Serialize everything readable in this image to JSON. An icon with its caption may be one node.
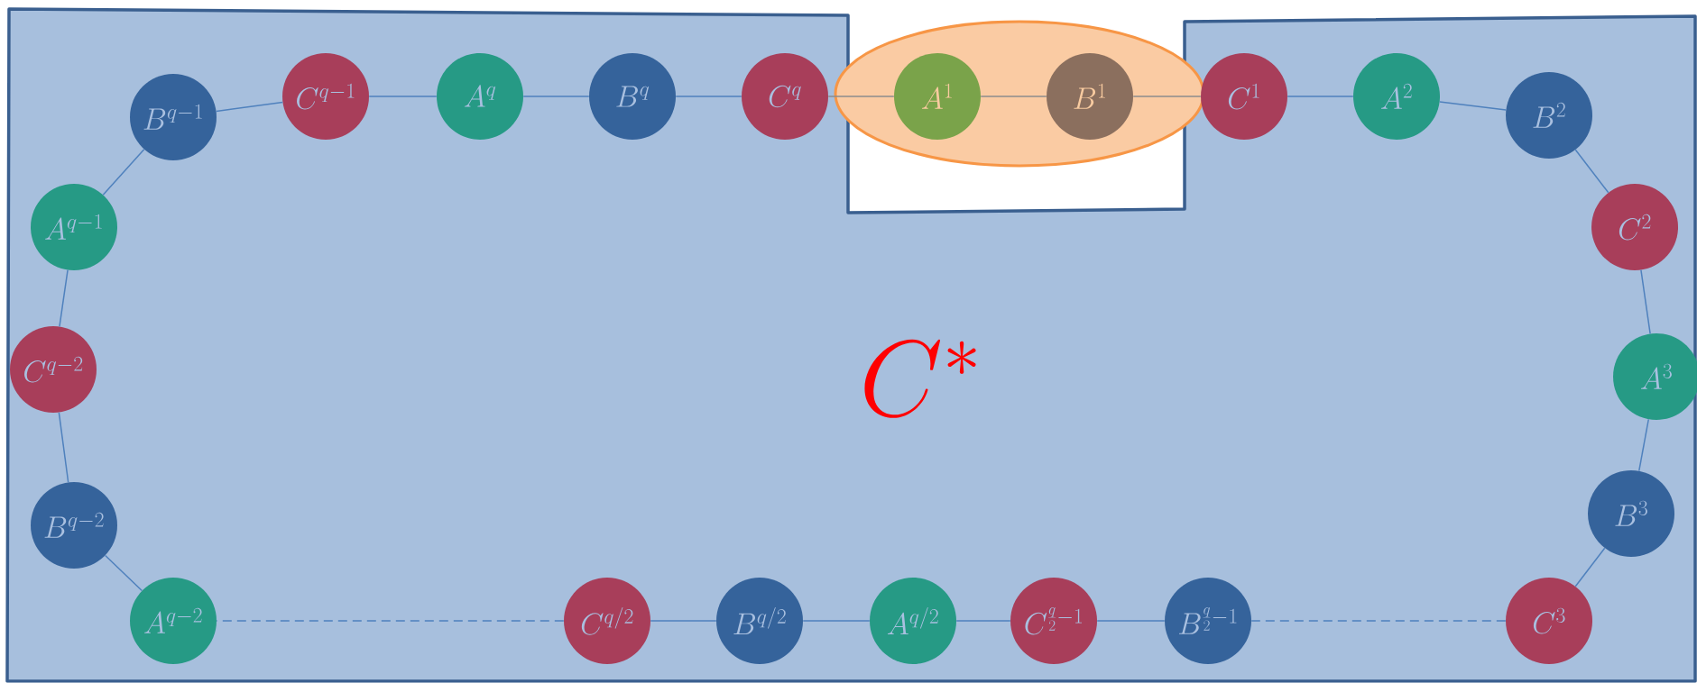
{
  "diagram": {
    "nodes": [
      {
        "text": [
          "C^*"
        ]
      },
      {
        "text": [],
        "shape": "ellipse"
      },
      {
        "text": [
          "A^1"
        ],
        "in": 1
      },
      {
        "text": [
          "B^1"
        ],
        "in": 1
      },
      {
        "text": [
          "C^1"
        ],
        "in": 0
      },
      {
        "text": [
          "A^2"
        ],
        "in": 0
      },
      {
        "text": [
          "B^2"
        ],
        "in": 0
      },
      {
        "text": [
          "C^2"
        ],
        "in": 0
      },
      {
        "text": [
          "A^3"
        ],
        "in": 0
      },
      {
        "text": [
          "B^3"
        ],
        "in": 0
      },
      {
        "text": [
          "C^3"
        ],
        "in": 0
      },
      {
        "text": [
          "B^{\\frac{q}{2}-1}"
        ],
        "in": 0
      },
      {
        "text": [
          "C^{\\frac{q}{2}-1}"
        ],
        "in": 0
      },
      {
        "text": [
          "A^{q/2}"
        ],
        "in": 0
      },
      {
        "text": [
          "B^{q/2}"
        ],
        "in": 0
      },
      {
        "text": [
          "C^{q/2}"
        ],
        "in": 0
      },
      {
        "text": [
          "A^{q-2}"
        ],
        "in": 0
      },
      {
        "text": [
          "B^{q-2}"
        ],
        "in": 0
      },
      {
        "text": [
          "C^{q-2}"
        ],
        "in": 0
      },
      {
        "text": [
          "A^{q-1}"
        ],
        "in": 0
      },
      {
        "text": [
          "B^{q-1}"
        ],
        "in": 0
      },
      {
        "text": [
          "C^{q-1}"
        ],
        "in": 0
      },
      {
        "text": [
          "A^q"
        ],
        "in": 0
      },
      {
        "text": [
          "B^q"
        ],
        "in": 0
      },
      {
        "text": [
          "C^q"
        ],
        "in": 0
      }
    ],
    "edges": [
      {
        "from": 24,
        "to": 2,
        "arrow": "none",
        "color": "#8c8c8c"
      },
      {
        "from": 2,
        "to": 3,
        "arrow": "none",
        "color": "#8c8c8c"
      },
      {
        "from": 3,
        "to": 4,
        "arrow": "none",
        "color": "#8c8c8c"
      },
      {
        "from": 4,
        "to": 5,
        "arrow": "none"
      },
      {
        "from": 5,
        "to": 6,
        "arrow": "none"
      },
      {
        "from": 6,
        "to": 7,
        "arrow": "none"
      },
      {
        "from": 7,
        "to": 8,
        "arrow": "none"
      },
      {
        "from": 8,
        "to": 9,
        "arrow": "none"
      },
      {
        "from": 9,
        "to": 10,
        "arrow": "none"
      },
      {
        "from": 10,
        "to": 11,
        "arrow": "none",
        "style": "dashed"
      },
      {
        "from": 11,
        "to": 12,
        "arrow": "none"
      },
      {
        "from": 12,
        "to": 13,
        "arrow": "none"
      },
      {
        "from": 13,
        "to": 14,
        "arrow": "none"
      },
      {
        "from": 14,
        "to": 15,
        "arrow": "none"
      },
      {
        "from": 15,
        "to": 16,
        "arrow": "none",
        "style": "dashed"
      },
      {
        "from": 16,
        "to": 17,
        "arrow": "none"
      },
      {
        "from": 17,
        "to": 18,
        "arrow": "none"
      },
      {
        "from": 18,
        "to": 19,
        "arrow": "none"
      },
      {
        "from": 19,
        "to": 20,
        "arrow": "none"
      },
      {
        "from": 20,
        "to": 21,
        "arrow": "none"
      },
      {
        "from": 21,
        "to": 22,
        "arrow": "none"
      },
      {
        "from": 22,
        "to": 23,
        "arrow": "none"
      },
      {
        "from": 23,
        "to": 24,
        "arrow": "none"
      }
    ]
  }
}
